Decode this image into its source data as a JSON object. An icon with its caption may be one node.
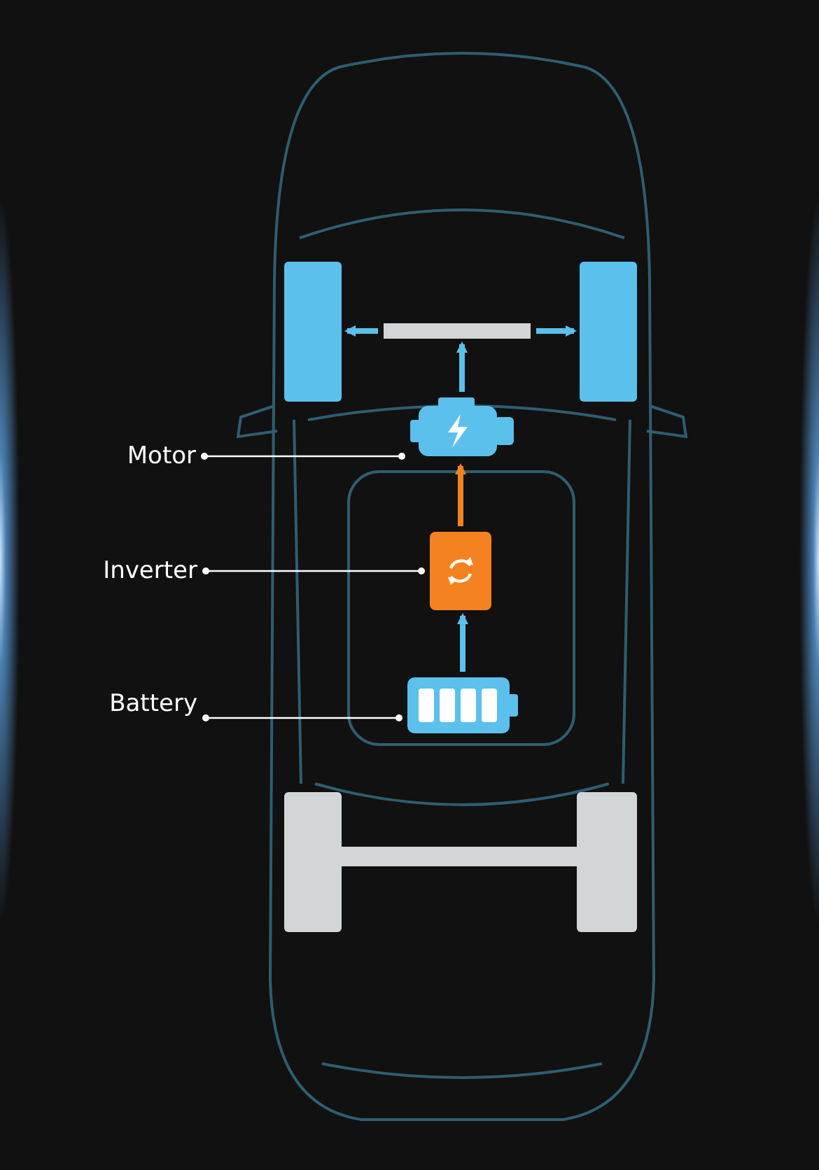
{
  "diagram": {
    "nodes": [
      {
        "text": [
          "Motor"
        ]
      },
      {
        "text": [],
        "shape": "picture"
      },
      {
        "text": [
          "Inverter"
        ]
      },
      {
        "text": [],
        "shape": "picture"
      },
      {
        "text": [
          "Battery"
        ]
      },
      {
        "text": [],
        "shape": "picture"
      },
      {
        "text": [],
        "shape": "bar"
      },
      {
        "text": [],
        "shape": "box"
      },
      {
        "text": [],
        "shape": "box"
      }
    ],
    "edges": [
      {
        "from": 0,
        "to": 1,
        "arrow": "other",
        "color": "#ffffff"
      },
      {
        "from": 2,
        "to": 3,
        "arrow": "other",
        "color": "#ffffff"
      },
      {
        "from": 4,
        "to": 5,
        "arrow": "other",
        "color": "#ffffff"
      },
      {
        "from": 5,
        "to": 3,
        "arrow": "to"
      },
      {
        "from": 3,
        "to": 1,
        "arrow": "to",
        "color": "#f58220"
      },
      {
        "from": 1,
        "to": 6,
        "arrow": "to"
      },
      {
        "from": 6,
        "to": 7,
        "arrow": "to"
      },
      {
        "from": 6,
        "to": 8,
        "arrow": "to"
      }
    ]
  }
}
